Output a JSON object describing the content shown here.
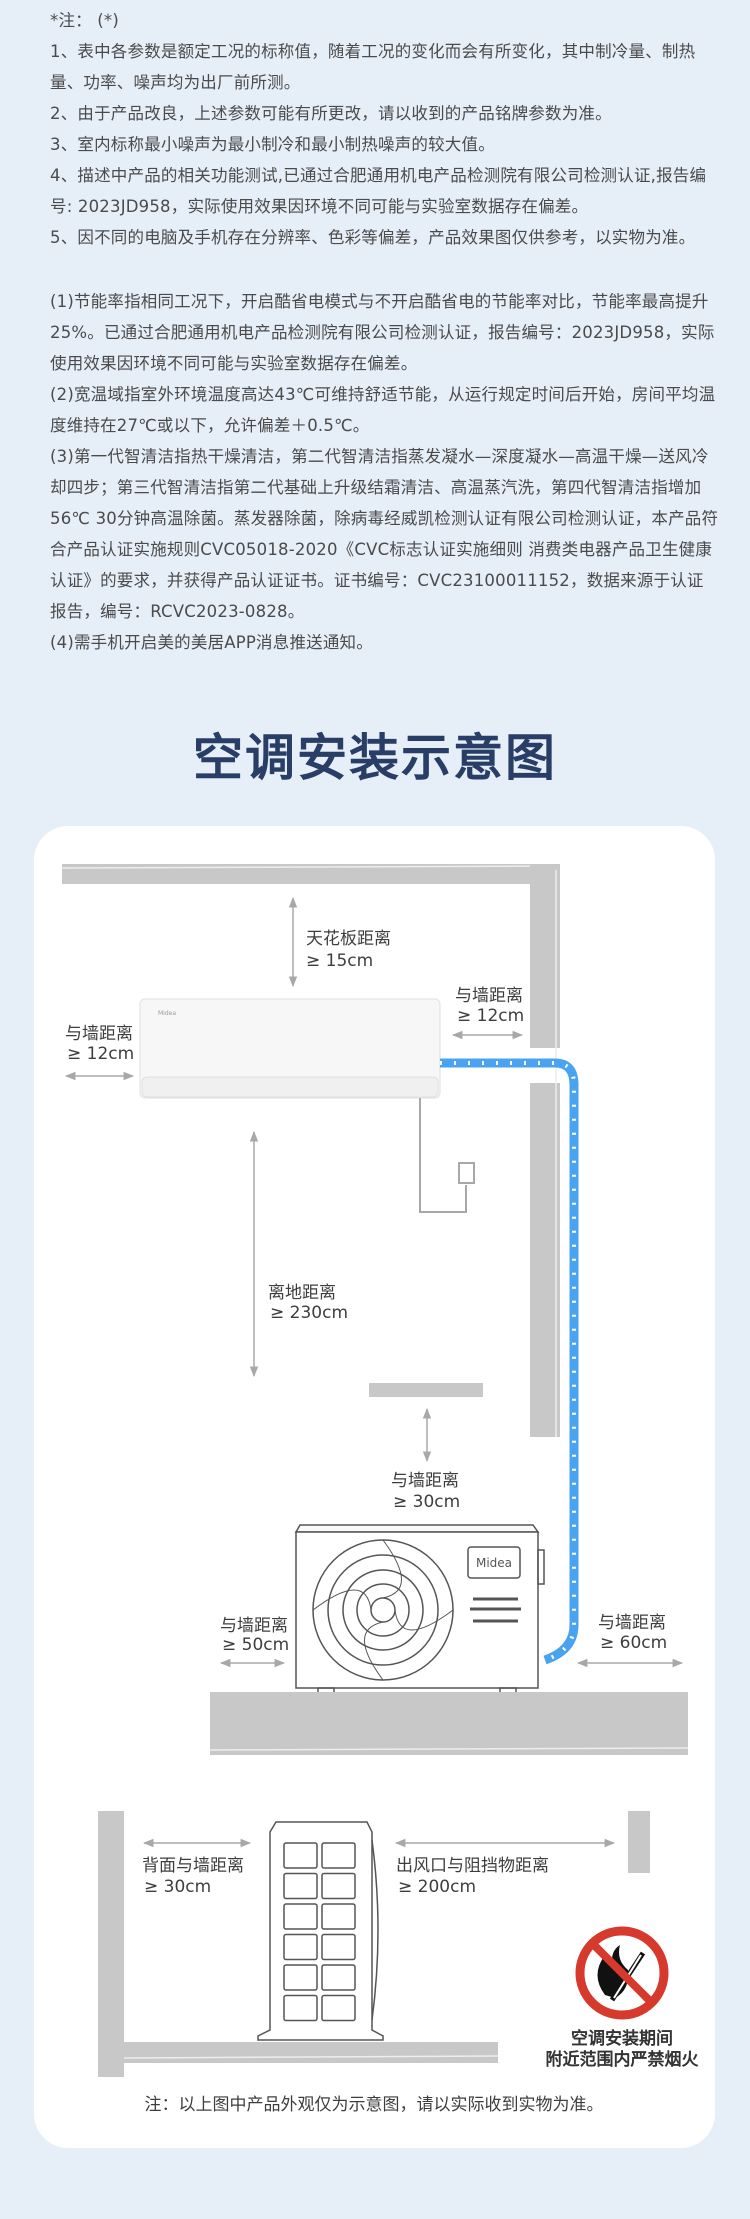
{
  "notes_general": {
    "heading": "*注： (*)",
    "items": [
      "1、表中各参数是额定工况的标称值，随着工况的变化而会有所变化，其中制冷量、制热量、功率、噪声均为出厂前所测。",
      "2、由于产品改良，上述参数可能有所更改，请以收到的产品铭牌参数为准。",
      "3、室内标称最小噪声为最小制冷和最小制热噪声的较大值。",
      "4、描述中产品的相关功能测试,已通过合肥通用机电产品检测院有限公司检测认证,报告编号: 2023JD958，实际使用效果因环境不同可能与实验室数据存在偏差。",
      "5、因不同的电脑及手机存在分辨率、色彩等偏差，产品效果图仅供参考，以实物为准。"
    ]
  },
  "notes_features": [
    "(1)节能率指相同工况下，开启酷省电模式与不开启酷省电的节能率对比，节能率最高提升25%。已通过合肥通用机电产品检测院有限公司检测认证，报告编号：2023JD958，实际使用效果因环境不同可能与实验室数据存在偏差。",
    "(2)宽温域指室外环境温度高达43℃可维持舒适节能，从运行规定时间后开始，房间平均温度维持在27℃或以下，允许偏差＋0.5℃。",
    "(3)第一代智清洁指热干燥清洁，第二代智清洁指蒸发凝水—深度凝水—高温干燥—送风冷却四步；第三代智清洁指第二代基础上升级结霜清洁、高温蒸汽洗，第四代智清洁指增加56℃ 30分钟高温除菌。蒸发器除菌，除病毒经威凯检测认证有限公司检测认证，本产品符合产品认证实施规则CVC05018-2020《CVC标志认证实施细则 消费类电器产品卫生健康认证》的要求，并获得产品认证证书。证书编号：CVC23100011152，数据来源于认证报告，编号：RCVC2023-0828。",
    "(4)需手机开启美的美居APP消息推送通知。"
  ],
  "diagram": {
    "title": "空调安装示意图",
    "ceiling": {
      "label": "天花板距离",
      "value": "≥ 15cm"
    },
    "indoor_left": {
      "label": "与墙距离",
      "value": "≥ 12cm"
    },
    "indoor_right": {
      "label": "与墙距离",
      "value": "≥ 12cm"
    },
    "floor": {
      "label": "离地距离",
      "value": "≥ 230cm"
    },
    "outdoor_top": {
      "label": "与墙距离",
      "value": "≥ 30cm"
    },
    "outdoor_left": {
      "label": "与墙距离",
      "value": "≥ 50cm"
    },
    "outdoor_right": {
      "label": "与墙距离",
      "value": "≥ 60cm"
    },
    "back": {
      "label": "背面与墙距离",
      "value": "≥ 30cm"
    },
    "outlet": {
      "label": "出风口与阻挡物距离",
      "value": "≥ 200cm"
    },
    "brand": "Midea",
    "warning": {
      "line1": "空调安装期间",
      "line2": "附近范围内严禁烟火",
      "icon": "no-fire-icon"
    },
    "footnote": "注：以上图中产品外观仅为示意图，请以实际收到实物为准。"
  },
  "colors": {
    "background": "#e6eef8",
    "title": "#283e66",
    "pipe": "#4aa3f0",
    "wall": "#c8c8c8",
    "warning_red": "#d63a2c"
  }
}
